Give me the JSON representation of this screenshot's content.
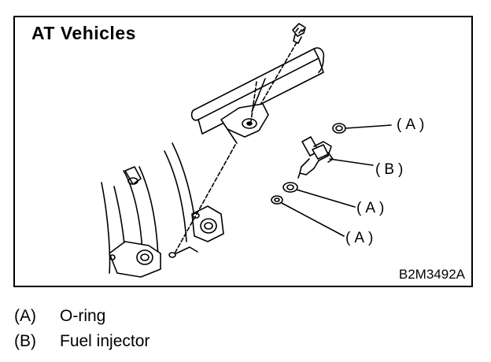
{
  "figure": {
    "title": "AT Vehicles",
    "figure_code": "B2M3492A",
    "callouts": [
      {
        "id": "A-top",
        "text": "(A)"
      },
      {
        "id": "B",
        "text": "(B)"
      },
      {
        "id": "A-mid",
        "text": "(A)"
      },
      {
        "id": "A-low",
        "text": "(A)"
      }
    ]
  },
  "legend": [
    {
      "key": "(A)",
      "label": "O-ring"
    },
    {
      "key": "(B)",
      "label": "Fuel injector"
    }
  ]
}
